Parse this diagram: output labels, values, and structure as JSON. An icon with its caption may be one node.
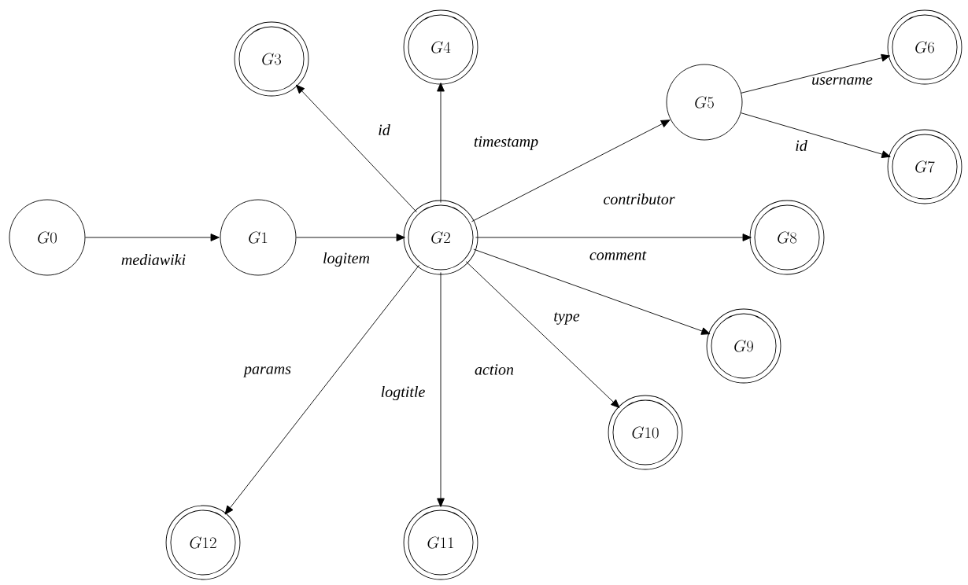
{
  "diagram": {
    "nodes": [
      {
        "text": [
          "G0"
        ]
      },
      {
        "text": [
          "G1"
        ]
      },
      {
        "text": [
          "G2"
        ]
      },
      {
        "text": [
          "G3"
        ]
      },
      {
        "text": [
          "G4"
        ]
      },
      {
        "text": [
          "G5"
        ]
      },
      {
        "text": [
          "G6"
        ]
      },
      {
        "text": [
          "G7"
        ]
      },
      {
        "text": [
          "G8"
        ]
      },
      {
        "text": [
          "G9"
        ]
      },
      {
        "text": [
          "G10"
        ]
      },
      {
        "text": [
          "G11"
        ]
      },
      {
        "text": [
          "G12"
        ]
      }
    ],
    "edges": [
      {
        "from": 0,
        "to": 1,
        "arrow": "to",
        "label": "mediawiki"
      },
      {
        "from": 1,
        "to": 2,
        "arrow": "to",
        "label": "logitem"
      },
      {
        "from": 2,
        "to": 3,
        "arrow": "to",
        "label": "id"
      },
      {
        "from": 2,
        "to": 4,
        "arrow": "to",
        "label": "timestamp"
      },
      {
        "from": 2,
        "to": 5,
        "arrow": "to",
        "label": "contributor"
      },
      {
        "from": 2,
        "to": 8,
        "arrow": "to",
        "label": "comment"
      },
      {
        "from": 2,
        "to": 9,
        "arrow": "to",
        "label": "type"
      },
      {
        "from": 2,
        "to": 10,
        "arrow": "to",
        "label": "action"
      },
      {
        "from": 2,
        "to": 11,
        "arrow": "to",
        "label": "logtitle"
      },
      {
        "from": 2,
        "to": 12,
        "arrow": "to",
        "label": "params"
      },
      {
        "from": 5,
        "to": 6,
        "arrow": "to",
        "label": "username"
      },
      {
        "from": 5,
        "to": 7,
        "arrow": "to",
        "label": "id"
      }
    ]
  }
}
